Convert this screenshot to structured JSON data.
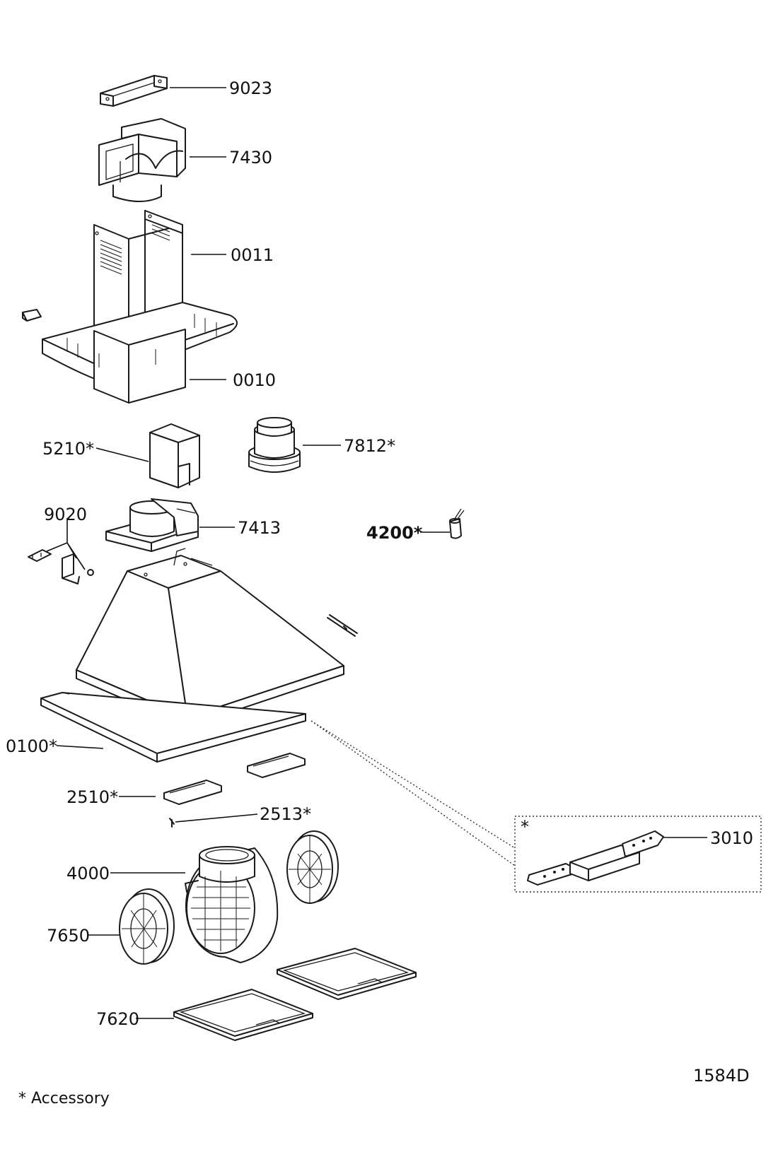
{
  "diagram_id": "1584D",
  "footnote": "* Accessory",
  "accessory_box_marker": "*",
  "parts": [
    {
      "key": "9023",
      "label": "9023"
    },
    {
      "key": "7430",
      "label": "7430"
    },
    {
      "key": "0011",
      "label": "0011"
    },
    {
      "key": "0010",
      "label": "0010"
    },
    {
      "key": "5210",
      "label": "5210*"
    },
    {
      "key": "7812",
      "label": "7812*"
    },
    {
      "key": "9020",
      "label": "9020"
    },
    {
      "key": "7413",
      "label": "7413"
    },
    {
      "key": "4200",
      "label": "4200*"
    },
    {
      "key": "0100",
      "label": "0100*"
    },
    {
      "key": "2510",
      "label": "2510*"
    },
    {
      "key": "2513",
      "label": "2513*"
    },
    {
      "key": "3010",
      "label": "3010"
    },
    {
      "key": "4000",
      "label": "4000"
    },
    {
      "key": "7650",
      "label": "7650"
    },
    {
      "key": "7620",
      "label": "7620"
    }
  ]
}
